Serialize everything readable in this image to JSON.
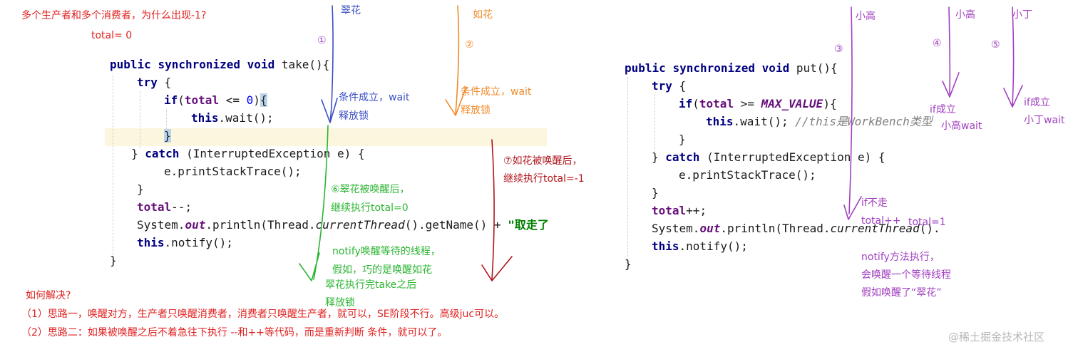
{
  "title": "多个生产者和多个消费者，为什么出现-1?",
  "total_init": "total= 0",
  "take_code": {
    "l1_kw1": "public",
    "l1_kw2": "synchronized",
    "l1_kw3": "void",
    "l1_rest": " take(){",
    "l2_kw": "try",
    "l2_rest": " {",
    "l3_kw": "if",
    "l3_a": "(",
    "l3_var": "total",
    "l3_b": " <= ",
    "l3_num": "0",
    "l3_c": ")",
    "l3_brace": "{",
    "l4_kw": "this",
    "l4_rest": ".wait();",
    "l5_brace": "}",
    "l6_a": "} ",
    "l6_kw": "catch",
    "l6_rest": " (InterruptedException e) {",
    "l7": "e.printStackTrace();",
    "l8": "}",
    "l9_var": "total",
    "l9_rest": "--;",
    "l10_a": "System.",
    "l10_out": "out",
    "l10_b": ".println(Thread.",
    "l10_ct": "currentThread",
    "l10_c": "().getName() + ",
    "l10_str": "\"取走了",
    "l11_kw": "this",
    "l11_rest": ".notify();",
    "l12": "}"
  },
  "put_code": {
    "l1_kw1": "public",
    "l1_kw2": "synchronized",
    "l1_kw3": "void",
    "l1_rest": " put(){",
    "l2_kw": "try",
    "l2_rest": " {",
    "l3_kw": "if",
    "l3_a": "(",
    "l3_var": "total",
    "l3_b": " >= ",
    "l3_const": "MAX_VALUE",
    "l3_c": "){",
    "l4_kw": "this",
    "l4_rest": ".wait(); ",
    "l4_cmt": "//this是WorkBench类型",
    "l5": "}",
    "l6_a": "} ",
    "l6_kw": "catch",
    "l6_rest": " (InterruptedException e) {",
    "l7": "e.printStackTrace();",
    "l8": "}",
    "l9_var": "total",
    "l9_rest": "++;",
    "l10_a": "System.",
    "l10_out": "out",
    "l10_b": ".println(Thread.",
    "l10_ct": "currentThread",
    "l10_c": "().",
    "l11_kw": "this",
    "l11_rest": ".notify();",
    "l12": "}"
  },
  "annotations": {
    "cuihua": "翠花",
    "ruhua": "如花",
    "n1": "①",
    "n2": "②",
    "n3": "③",
    "n4": "④",
    "n5": "⑤",
    "blue_cond": "条件成立，wait",
    "blue_release": "释放锁",
    "orange_cond": "条件成立，wait",
    "orange_release": "释放锁",
    "green_6a": "⑥翠花被唤醒后，",
    "green_6b": "继续执行total=0",
    "green_notify1": "notify唤醒等待的线程，",
    "green_notify2": "假如，巧的是唤醒如花",
    "green_notify3": "翠花执行完take之后",
    "green_notify4": "释放锁",
    "red_7a": "⑦如花被唤醒后，",
    "red_7b": "继续执行total=-1",
    "xiaogao1": "小高",
    "xiaogao2": "小高",
    "xiaoding": "小丁",
    "if_ok1": "if成立",
    "xiaogao_wait": "小高wait",
    "if_ok2": "if成立",
    "xiaoding_wait": "小丁wait",
    "if_not": "if不走",
    "total_pp": "total++",
    "total_1": "total=1",
    "notify_exec1": "notify方法执行，",
    "notify_exec2": "会唤醒一个等待线程",
    "notify_exec3": "假如唤醒了“翠花”"
  },
  "solution": {
    "heading": "如何解决?",
    "item1": "（1）思路一，唤醒对方，生产者只唤醒消费者，消费者只唤醒生产者，就可以，SE阶段不行。高级juc可以。",
    "item2": "（2）思路二：如果被唤醒之后不着急往下执行 --和++等代码，而是重新判断 条件，就可以了。"
  },
  "watermark": "@稀土掘金技术社区",
  "colors": {
    "red": "#e02020",
    "blue": "#3a4fc4",
    "orange": "#f08a2a",
    "green": "#2cb533",
    "darkred": "#b0151c",
    "purple": "#a040c0",
    "keyword": "#000080",
    "field": "#660e7a"
  }
}
